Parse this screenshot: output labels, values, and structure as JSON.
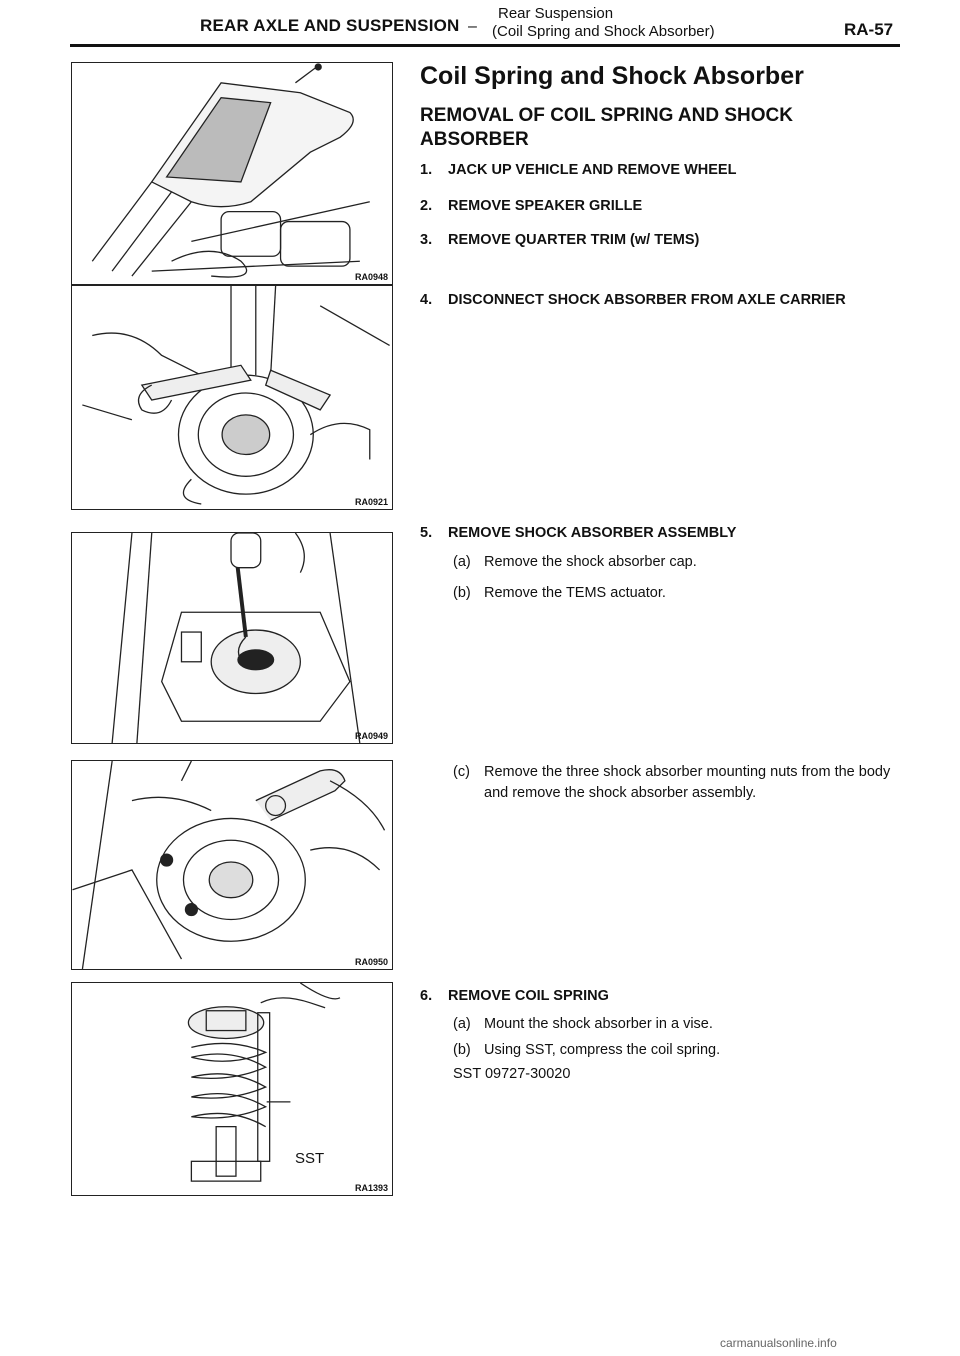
{
  "header": {
    "main": "REAR AXLE AND SUSPENSION",
    "dash": "–",
    "sub_line1": "Rear Suspension",
    "sub_line2": "(Coil Spring and Shock Absorber)",
    "page": "RA-57"
  },
  "title": "Coil Spring and Shock Absorber",
  "subhead": "REMOVAL OF COIL SPRING AND SHOCK ABSORBER",
  "steps": [
    {
      "num": "1.",
      "text": "JACK UP VEHICLE AND REMOVE WHEEL"
    },
    {
      "num": "2.",
      "text": "REMOVE SPEAKER GRILLE"
    },
    {
      "num": "3.",
      "text": "REMOVE QUARTER TRIM (w/ TEMS)"
    },
    {
      "num": "4.",
      "text": "DISCONNECT SHOCK ABSORBER FROM AXLE CARRIER"
    },
    {
      "num": "5.",
      "text": "REMOVE SHOCK ABSORBER ASSEMBLY"
    },
    {
      "num": "6.",
      "text": "REMOVE COIL SPRING"
    }
  ],
  "substeps": {
    "s5a": {
      "label": "(a)",
      "text": "Remove the shock absorber cap."
    },
    "s5b": {
      "label": "(b)",
      "text": "Remove the TEMS actuator."
    },
    "s5c": {
      "label": "(c)",
      "text": "Remove the three shock absorber mounting nuts from the body and remove the shock absorber assembly."
    },
    "s6a": {
      "label": "(a)",
      "text": "Mount the shock absorber in a vise."
    },
    "s6b": {
      "label": "(b)",
      "text": "Using SST, compress the coil spring."
    },
    "s6c": {
      "label": "",
      "text": "SST 09727-30020"
    }
  },
  "figures": [
    {
      "code": "RA0948"
    },
    {
      "code": "RA0921"
    },
    {
      "code": "RA0949"
    },
    {
      "code": "RA0950"
    },
    {
      "code": "RA1393",
      "callout": "SST"
    }
  ],
  "watermark": "carmanualsonline.info"
}
